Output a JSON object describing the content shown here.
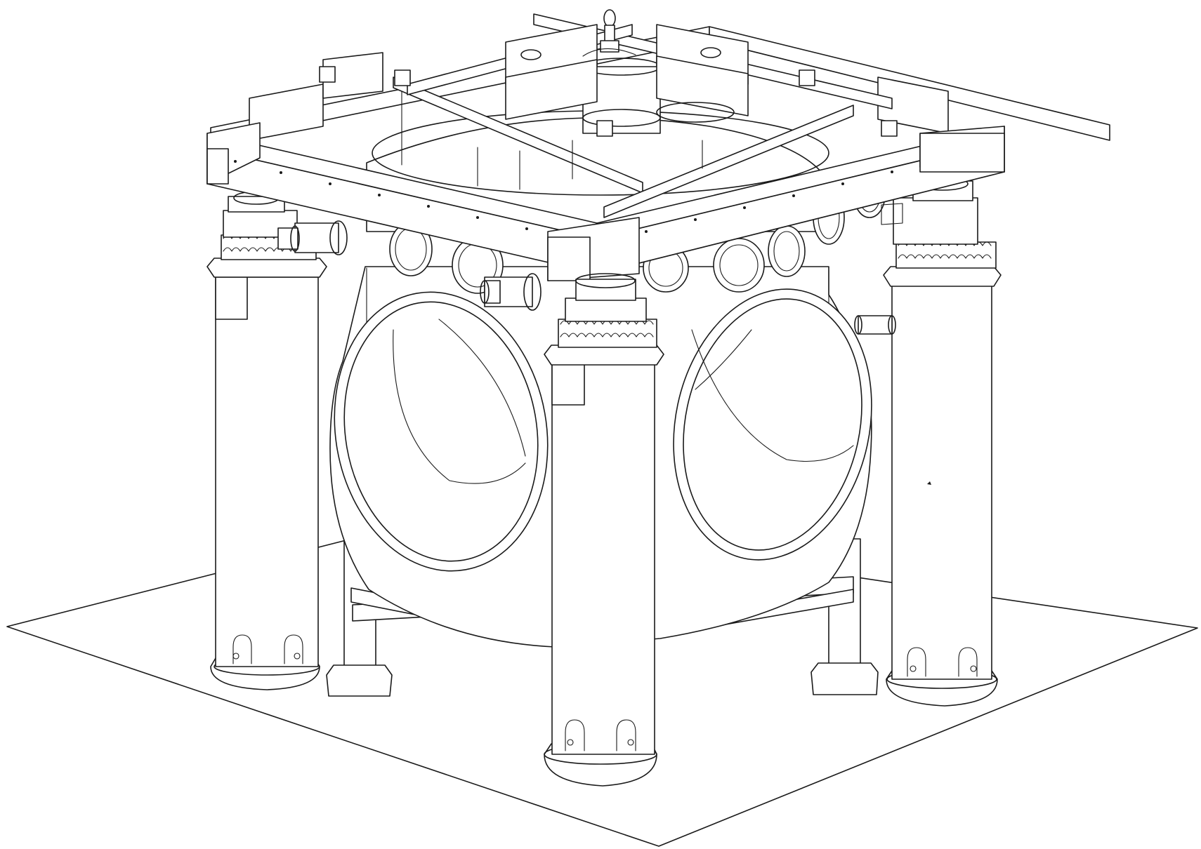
{
  "drawing": {
    "style": "monochrome isometric line drawing",
    "stroke_color": "#1a1a1a",
    "background_color": "#ffffff",
    "support_column_count": 4,
    "chamber_large_port_count": 2,
    "chamber_small_port_count": 7,
    "text_labels": []
  }
}
